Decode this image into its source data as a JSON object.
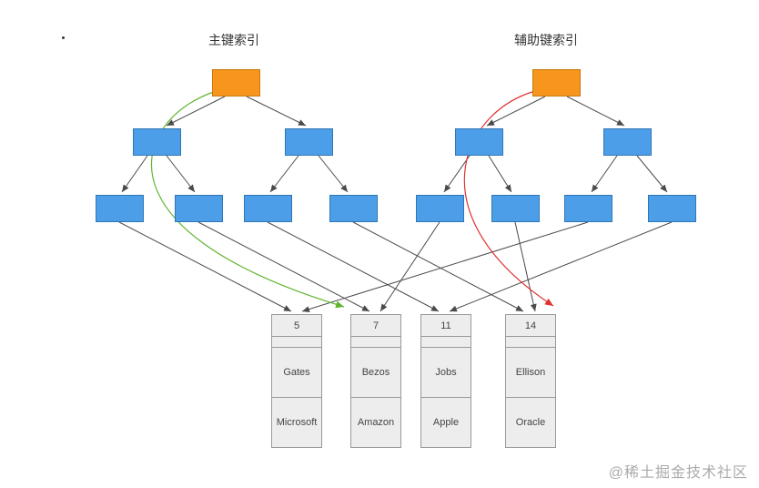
{
  "labels": {
    "primary_index": "主键索引",
    "secondary_index": "辅助键索引"
  },
  "watermark": "@稀土掘金技术社区",
  "records": [
    {
      "key": "5",
      "name": "Gates",
      "company": "Microsoft"
    },
    {
      "key": "7",
      "name": "Bezos",
      "company": "Amazon"
    },
    {
      "key": "11",
      "name": "Jobs",
      "company": "Apple"
    },
    {
      "key": "14",
      "name": "Ellison",
      "company": "Oracle"
    }
  ],
  "colors": {
    "root_fill": "#f7951d",
    "root_stroke": "#c67a10",
    "node_fill": "#4d9ee8",
    "node_stroke": "#2f77b5",
    "cell_fill": "#ededed",
    "cell_stroke": "#999999",
    "edge": "#4a4a4a",
    "green_arrow": "#62b431",
    "red_arrow": "#e03131",
    "label_text": "#333333",
    "watermark_text": "#aaaaaa"
  }
}
